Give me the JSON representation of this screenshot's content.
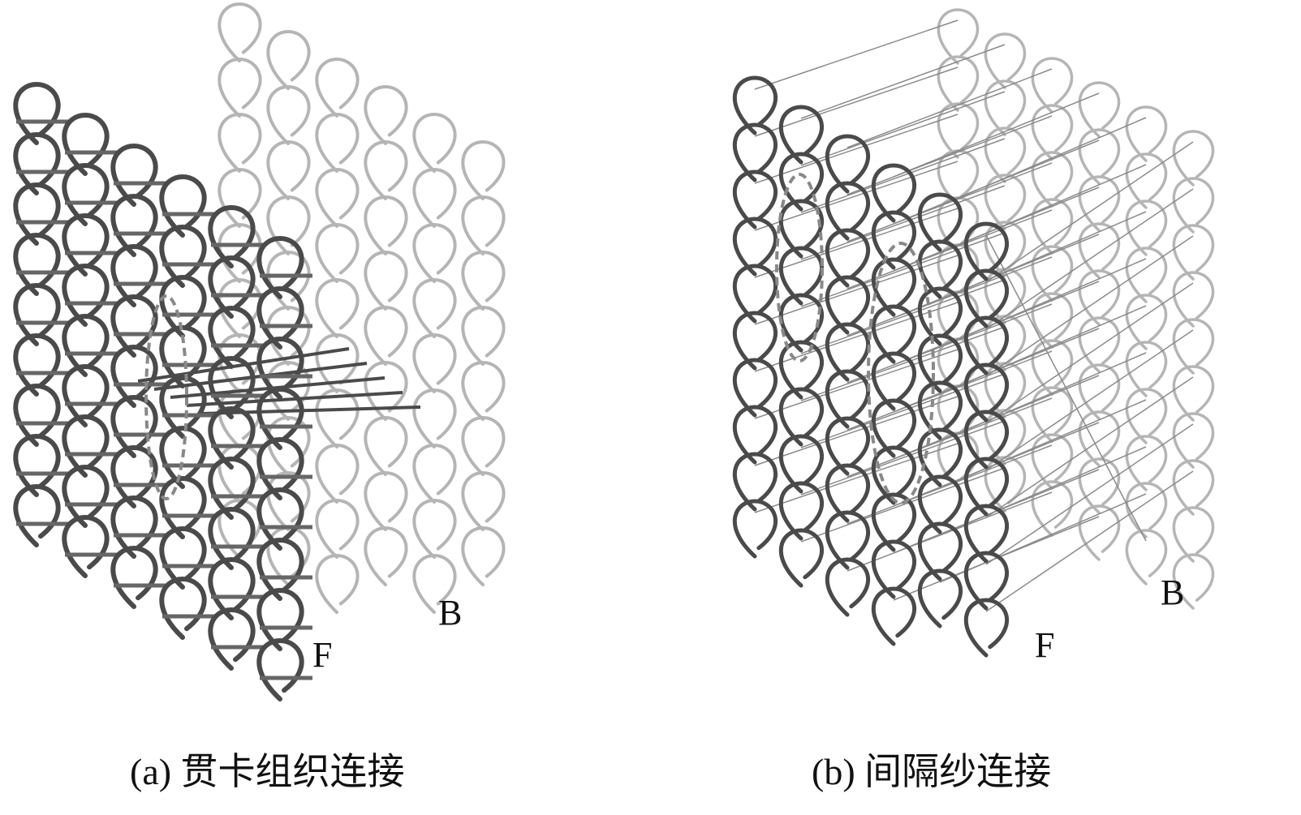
{
  "panel_a": {
    "caption": "(a) 贯卡组织连接",
    "front_label": "F",
    "back_label": "B"
  },
  "panel_b": {
    "caption": "(b) 间隔纱连接",
    "front_label": "F",
    "back_label": "B"
  },
  "colors": {
    "front_loop": "#4a4a4a",
    "back_loop": "#b5b5b5",
    "spacer_yarn": "#8a8a8a",
    "dashed_guide": "#888888"
  }
}
